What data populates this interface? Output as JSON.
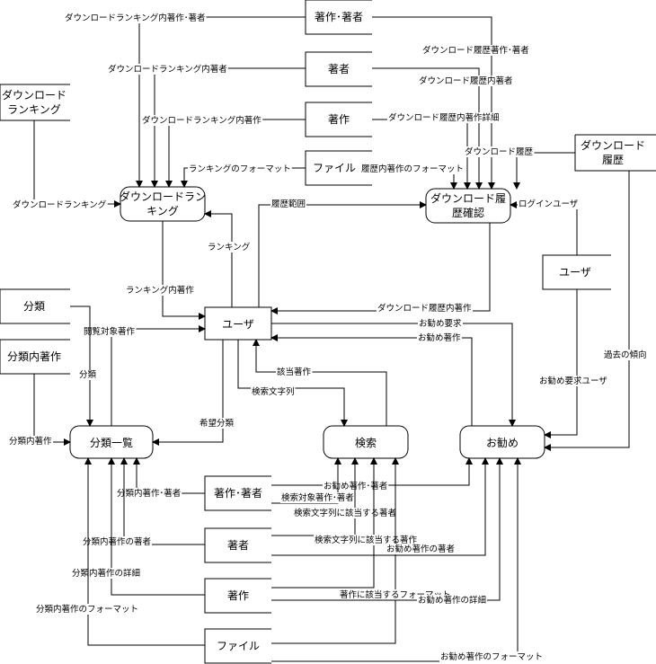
{
  "processes": {
    "ranking": [
      "ダウンロードラン",
      "キング"
    ],
    "history": [
      "ダウンロード履",
      "歴確認"
    ],
    "bunrui_list": "分類一覧",
    "kensaku": "検索",
    "osusume": "お勧め"
  },
  "entities": {
    "user": "ユーザ"
  },
  "stores": {
    "dl_ranking": [
      "ダウンロード",
      "ランキング"
    ],
    "chosaku_chosha_top": "著作･著者",
    "chosha_top": "著者",
    "chosaku_top": "著作",
    "file_top": "ファイル",
    "dl_history": [
      "ダウンロード",
      "履歴"
    ],
    "user_store": "ユーザ",
    "bunrui": "分類",
    "bunrui_chosaku": "分類内著作",
    "chosaku_chosha_bottom": "著作･著者",
    "chosha_bottom": "著者",
    "chosaku_bottom": "著作",
    "file_bottom": "ファイル"
  },
  "flows": {
    "rank_chosaku_chosha": "ダウンロードランキング内著作･著者",
    "rank_chosha": "ダウンロードランキング内著者",
    "rank_chosaku": "ダウンロードランキング内著作",
    "ranking_format": "ランキングのフォーマット",
    "dl_ranking": "ダウンロードランキング",
    "hist_chosaku_chosha": "ダウンロード履歴著作･著者",
    "hist_chosha": "ダウンロード履歴内著者",
    "hist_chosaku_detail": "ダウンロード履歴内著作詳細",
    "hist_format": "履歴内著作のフォーマット",
    "dl_history": "ダウンロード履歴",
    "login_user": "ログインユーザ",
    "history_range": "履歴範囲",
    "ranking": "ランキング",
    "ranking_chosaku": "ランキング内著作",
    "hist_chosaku": "ダウンロード履歴内著作",
    "osusume_request": "お勧め要求",
    "osusume_chosaku": "お勧め著作",
    "browse_target": "閲覧対象著作",
    "bunrui": "分類",
    "gaitou_chosaku": "該当著作",
    "search_string": "検索文字列",
    "kibou_bunrui": "希望分類",
    "bunrui_nai_chosaku": "分類内著作",
    "past_trend": "過去の傾向",
    "osusume_request_user": "お勧め要求ユーザ",
    "bunrui_chosaku_chosha": "分類内著作･著者",
    "osusume_chosaku_chosha": "お勧め著作･著者",
    "search_target": "検索対象著作･著者",
    "search_match_chosha": "検索文字列に該当する著者",
    "search_match_chosaku": "検索文字列に該当する著作",
    "bunrui_chosha": "分類内著作の著者",
    "osusume_chosha": "お勧め著作の著者",
    "bunrui_detail": "分類内著作の詳細",
    "chosaku_match_format": "著作に該当するフォーマット",
    "osusume_detail": "お勧め著作の詳細",
    "bunrui_format": "分類内著作のフォーマット",
    "osusume_format": "お勧め著作のフォーマット"
  }
}
